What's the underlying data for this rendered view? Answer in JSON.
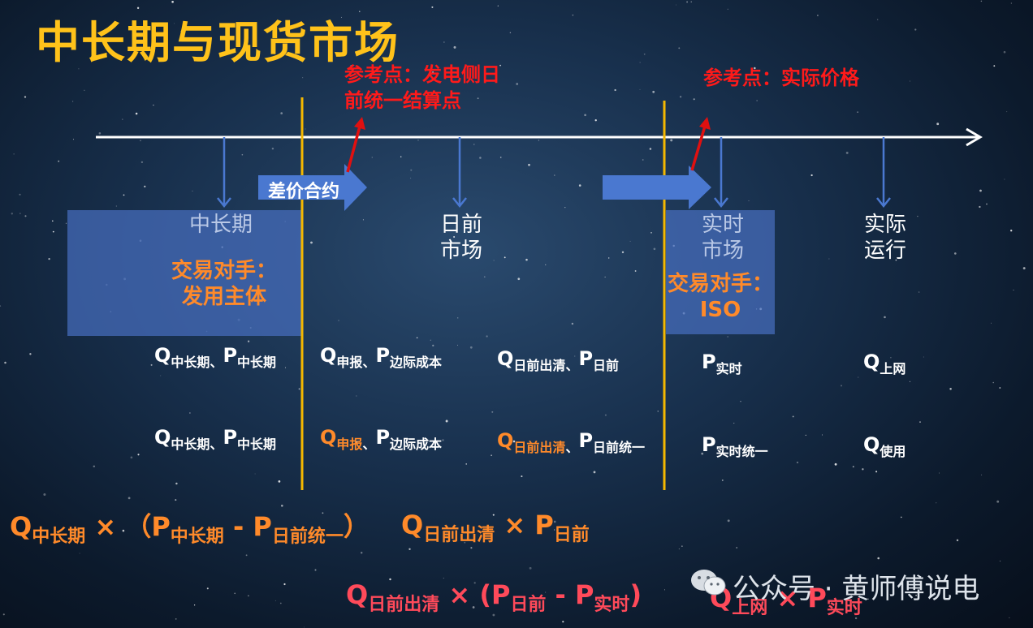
{
  "title": "中长期与现货市场",
  "ref_left": [
    "参考点：发电侧日",
    "前统一结算点"
  ],
  "ref_right": "参考点：实际价格",
  "cfd_label": "差价合约",
  "stages": {
    "mid_long": "中长期",
    "day_ahead": [
      "日前",
      "市场"
    ],
    "real_time": [
      "实时",
      "市场"
    ],
    "actual": [
      "实际",
      "运行"
    ]
  },
  "counterparty_left": [
    "交易对手：",
    "发用主体"
  ],
  "counterparty_right": [
    "交易对手：",
    "ISO"
  ],
  "row1": {
    "c1": {
      "q": "Q",
      "q_sub": "中长期",
      "sep": "、",
      "p": "P",
      "p_sub": "中长期"
    },
    "c2": {
      "q": "Q",
      "q_sub": "申报",
      "sep": "、",
      "p": "P",
      "p_sub": "边际成本"
    },
    "c3": {
      "q": "Q",
      "q_sub": "日前出清",
      "sep": "、",
      "p": "P",
      "p_sub": "日前"
    },
    "c4": {
      "p": "P",
      "p_sub": "实时"
    },
    "c5": {
      "q": "Q",
      "q_sub": "上网"
    }
  },
  "row2": {
    "c1": {
      "q": "Q",
      "q_sub": "中长期",
      "sep": "、",
      "p": "P",
      "p_sub": "中长期"
    },
    "c2": {
      "q": "Q",
      "q_sub": "申报",
      "sep": "、",
      "p": "P",
      "p_sub": "边际成本"
    },
    "c3": {
      "q": "Q",
      "q_sub": "日前出清",
      "sep": "、",
      "p": "P",
      "p_sub": "日前统一"
    },
    "c4": {
      "p": "P",
      "p_sub": "实时统一"
    },
    "c5": {
      "q": "Q",
      "q_sub": "使用"
    }
  },
  "formula1": {
    "q": "Q",
    "q_sub": "中长期",
    "op": " × （",
    "p1": "P",
    "p1_sub": "中长期",
    "minus": " - ",
    "p2": "P",
    "p2_sub": "日前统一",
    "close": "）"
  },
  "formula2": {
    "q": "Q",
    "q_sub": "日前出清",
    "op": " × ",
    "p": "P",
    "p_sub": "日前"
  },
  "formula3": {
    "q": "Q",
    "q_sub": "日前出清",
    "op": " × (",
    "p1": "P",
    "p1_sub": "日前",
    "minus": " - ",
    "p2": "P",
    "p2_sub": "实时",
    "close": ")"
  },
  "formula4": {
    "q": "Q",
    "q_sub": "上网",
    "op": " × ",
    "p": "P",
    "p_sub": "实时"
  },
  "watermark": "公众号 · 黄师傅说电",
  "colors": {
    "title": "#ffc21a",
    "reference": "#ff1a1a",
    "divider": "#f5b800",
    "orange": "#ff8a2a",
    "formula_red": "#ff4a5a",
    "box": "#466ebe",
    "axis": "#ffffff"
  }
}
